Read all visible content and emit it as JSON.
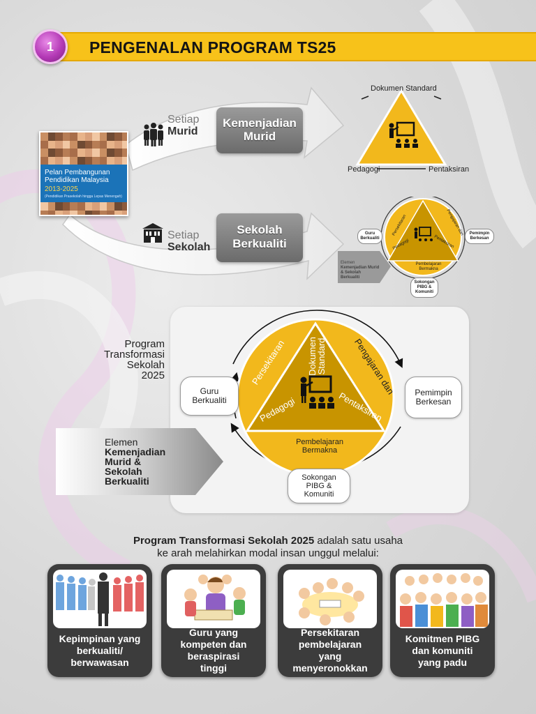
{
  "header": {
    "badge": "1",
    "title": "PENGENALAN PROGRAM TS25"
  },
  "book": {
    "title_line1": "Pelan Pembangunan",
    "title_line2": "Pendidikan Malaysia",
    "years": "2013-2025",
    "subtitle": "(Pendidikan Prasekolah hingga Lepas Menengah)"
  },
  "flow": {
    "murid": {
      "setiap": "Setiap",
      "noun": "Murid",
      "box_line1": "Kemenjadian",
      "box_line2": "Murid"
    },
    "sekolah": {
      "setiap": "Setiap",
      "noun": "Sekolah",
      "box_line1": "Sekolah",
      "box_line2": "Berkualiti"
    }
  },
  "small_triangle": {
    "top": "Dokumen Standard",
    "left": "Pedagogi",
    "right": "Pentaksiran"
  },
  "small_diagram": {
    "guru": "Guru Berkualiti",
    "pemimpin": "Pemimpin Berkesan",
    "sokongan": "Sokongan PIBG & Komuniti",
    "elemen_line1": "Elemen",
    "elemen_line2": "Kemenjadian Murid & Sekolah Berkualiti"
  },
  "main_diagram": {
    "program_line1": "Program",
    "program_line2": "Transformasi",
    "program_line3": "Sekolah",
    "program_line4": "2025",
    "persekitaran": "Persekitaran",
    "dokumen_line1": "Dokumen",
    "dokumen_line2": "Standard",
    "pengajaran": "Pengajaran dan",
    "pentaksiran": "Pentaksiran",
    "pedagogi": "Pedagogi",
    "pembelajaran_line1": "Pembelajaran",
    "pembelajaran_line2": "Bermakna",
    "guru_line1": "Guru",
    "guru_line2": "Berkualiti",
    "pemimpin_line1": "Pemimpin",
    "pemimpin_line2": "Berkesan",
    "sokongan_line1": "Sokongan",
    "sokongan_line2": "PIBG &",
    "sokongan_line3": "Komuniti",
    "elemen_line1": "Elemen",
    "elemen_line2": "Kemenjadian",
    "elemen_line3": "Murid &",
    "elemen_line4": "Sekolah",
    "elemen_line5": "Berkualiti"
  },
  "intro": {
    "bold": "Program Transformasi Sekolah 2025",
    "rest_line1": " adalah satu usaha",
    "line2": "ke arah melahirkan modal insan unggul melalui:"
  },
  "cards": [
    {
      "line1": "Kepimpinan yang",
      "line2": "berkualiti/",
      "line3": "berwawasan"
    },
    {
      "line1": "Guru yang",
      "line2": "kompeten dan",
      "line3": "beraspirasi",
      "line4": "tinggi"
    },
    {
      "line1": "Persekitaran",
      "line2": "pembelajaran",
      "line3": "yang",
      "line4": "menyeronokkan"
    },
    {
      "line1": "Komitmen PIBG",
      "line2": "dan komuniti",
      "line3": "yang padu"
    }
  ],
  "colors": {
    "accent_yellow": "#f7c21a",
    "circle_yellow": "#f2b81c",
    "triangle_dark": "#c89400",
    "badge_purple": "#b43ab6",
    "card_dark": "#3c3c3c"
  }
}
